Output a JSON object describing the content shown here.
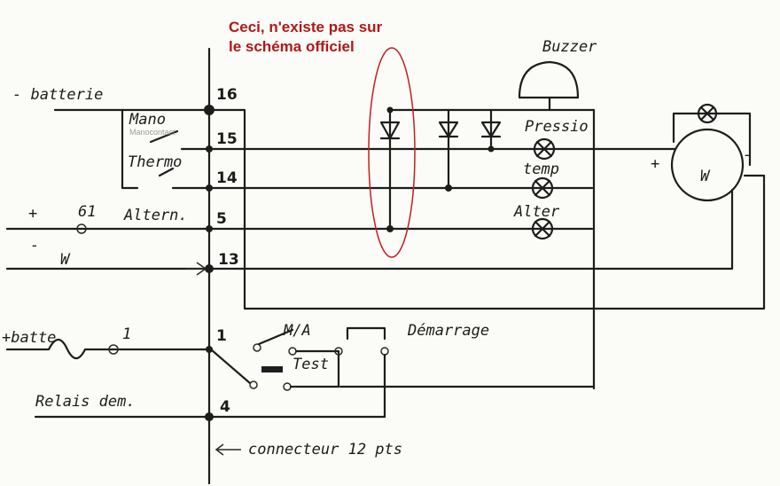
{
  "annotation": {
    "line1": "Ceci, n'existe pas sur",
    "line2": "le schéma officiel"
  },
  "labels": {
    "batterie_neg": "- batterie",
    "mano": "Mano",
    "mano_faint": "Manocontact",
    "thermo": "Thermo",
    "plus": "+",
    "g1": "61",
    "alter": "Altern.",
    "minus": "-",
    "w": "W",
    "batterie_pos": "+batte",
    "one_small": "1",
    "relais": "Relais dem.",
    "buzzer": "Buzzer",
    "pression": "Pressio",
    "temp": "temp",
    "alter_lamp": "Alter",
    "ma": "M/A",
    "test": "Test",
    "demarrage": "Démarrage",
    "connecteur": "connecteur 12 pts",
    "motor_plus": "+",
    "motor_minus": "-",
    "motor_w": "W"
  },
  "pins": {
    "p16": "16",
    "p15": "15",
    "p14": "14",
    "p5": "5",
    "p13": "13",
    "p1": "1",
    "p4": "4"
  }
}
